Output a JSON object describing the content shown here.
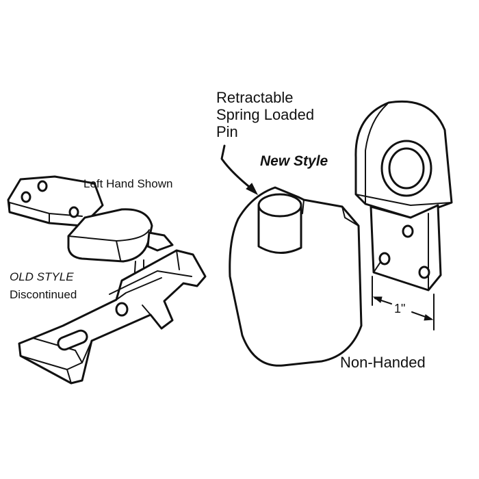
{
  "labels": {
    "left_hand": "Left Hand Shown",
    "old_style": "OLD STYLE",
    "discontinued": "Discontinued",
    "retractable_lines": [
      "Retractable",
      "Spring Loaded",
      "Pin"
    ],
    "new_style": "New Style",
    "dimension": "1\"",
    "non_handed": "Non-Handed"
  },
  "colors": {
    "ink": "#111111",
    "background": "#ffffff"
  }
}
